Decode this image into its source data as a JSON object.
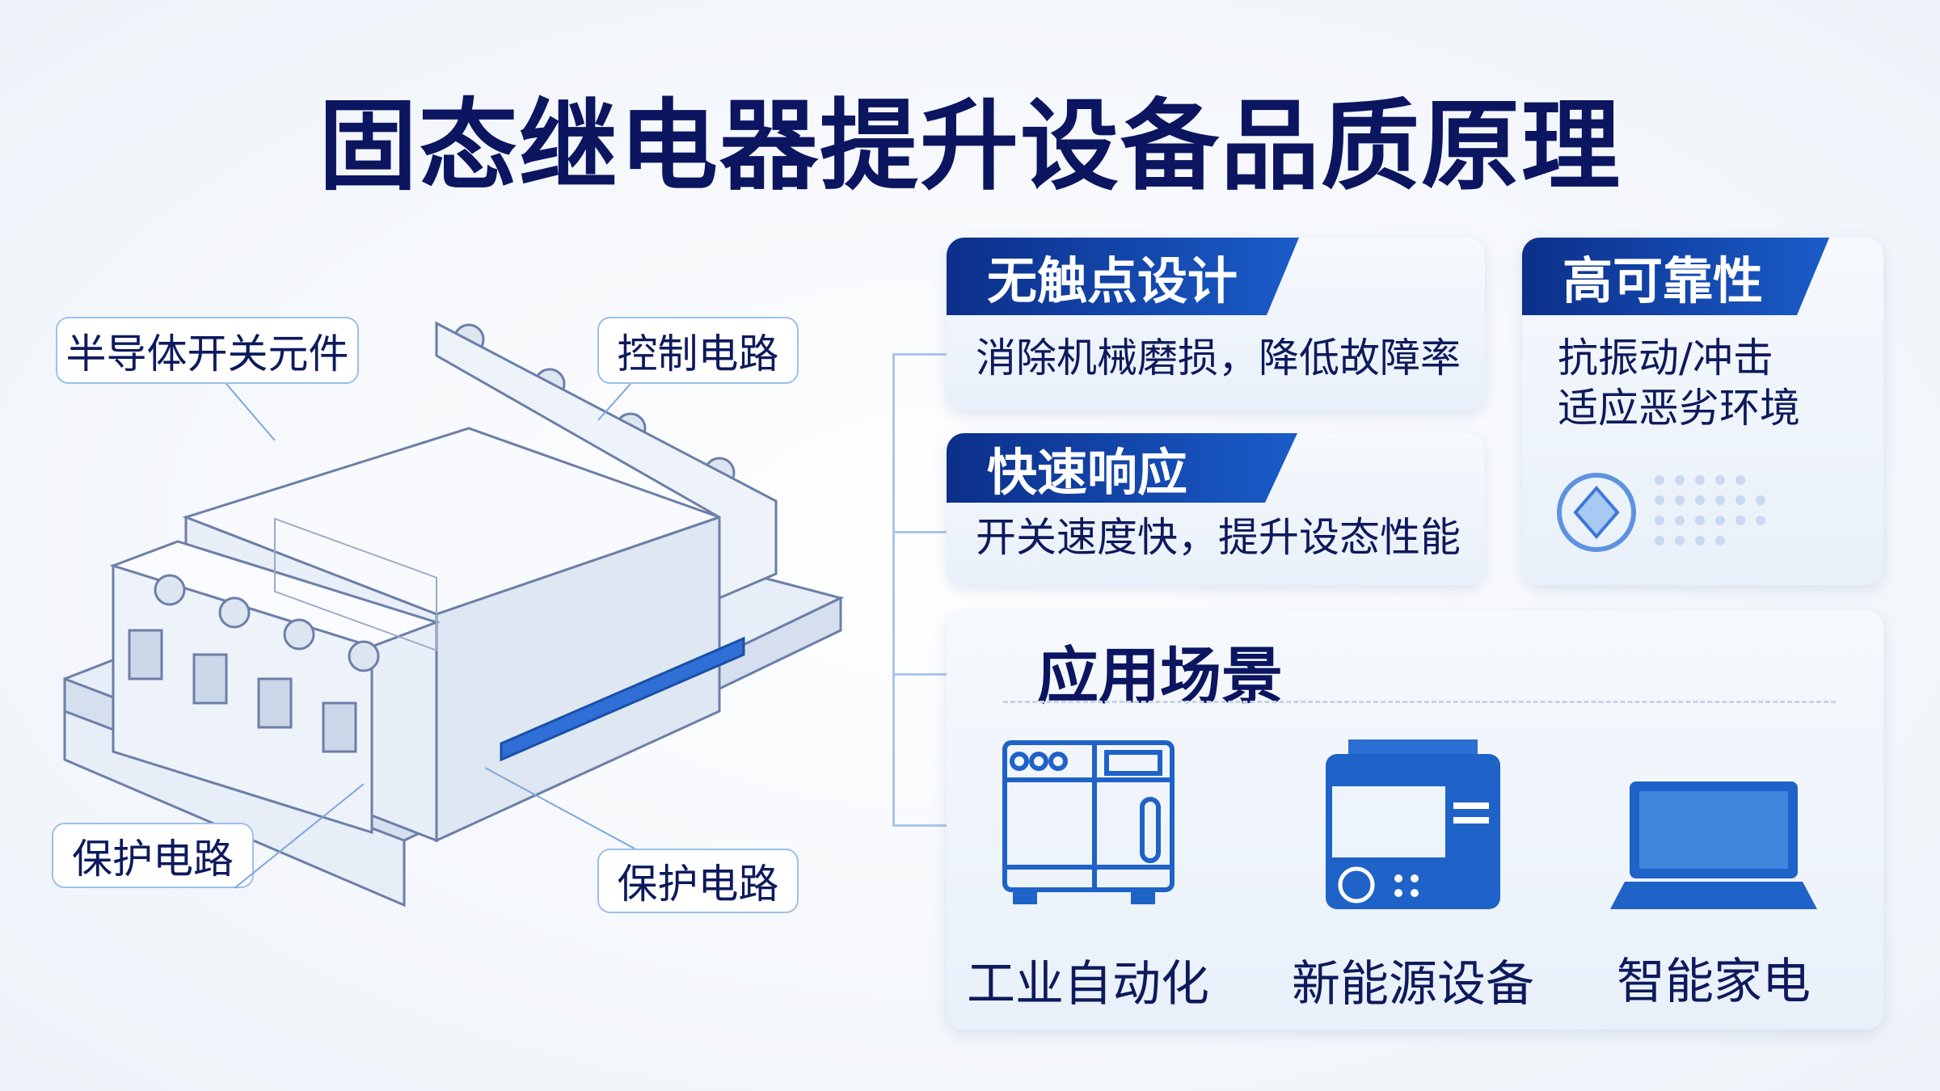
{
  "title": "固态继电器提升设备品质原理",
  "callouts": {
    "semiconductor": "半导体开关元件",
    "control": "控制电路",
    "protect_left": "保护电路",
    "protect_right": "保护电路"
  },
  "features": [
    {
      "title": "无触点设计",
      "desc": "消除机械磨损，降低故障率"
    },
    {
      "title": "快速响应",
      "desc": "开关速度快，提升设态性能"
    },
    {
      "title": "高可靠性",
      "desc_lines": [
        "抗振动/冲击",
        "适应恶劣环境"
      ]
    }
  ],
  "applications": {
    "title": "应用场景",
    "items": [
      {
        "label": "工业自动化",
        "icon": "industrial-machine-icon"
      },
      {
        "label": "新能源设备",
        "icon": "energy-device-icon"
      },
      {
        "label": "智能家电",
        "icon": "laptop-icon"
      }
    ]
  },
  "colors": {
    "primary": "#0c2f8a",
    "accent": "#1a5cc9",
    "text": "#0d1a5c"
  }
}
